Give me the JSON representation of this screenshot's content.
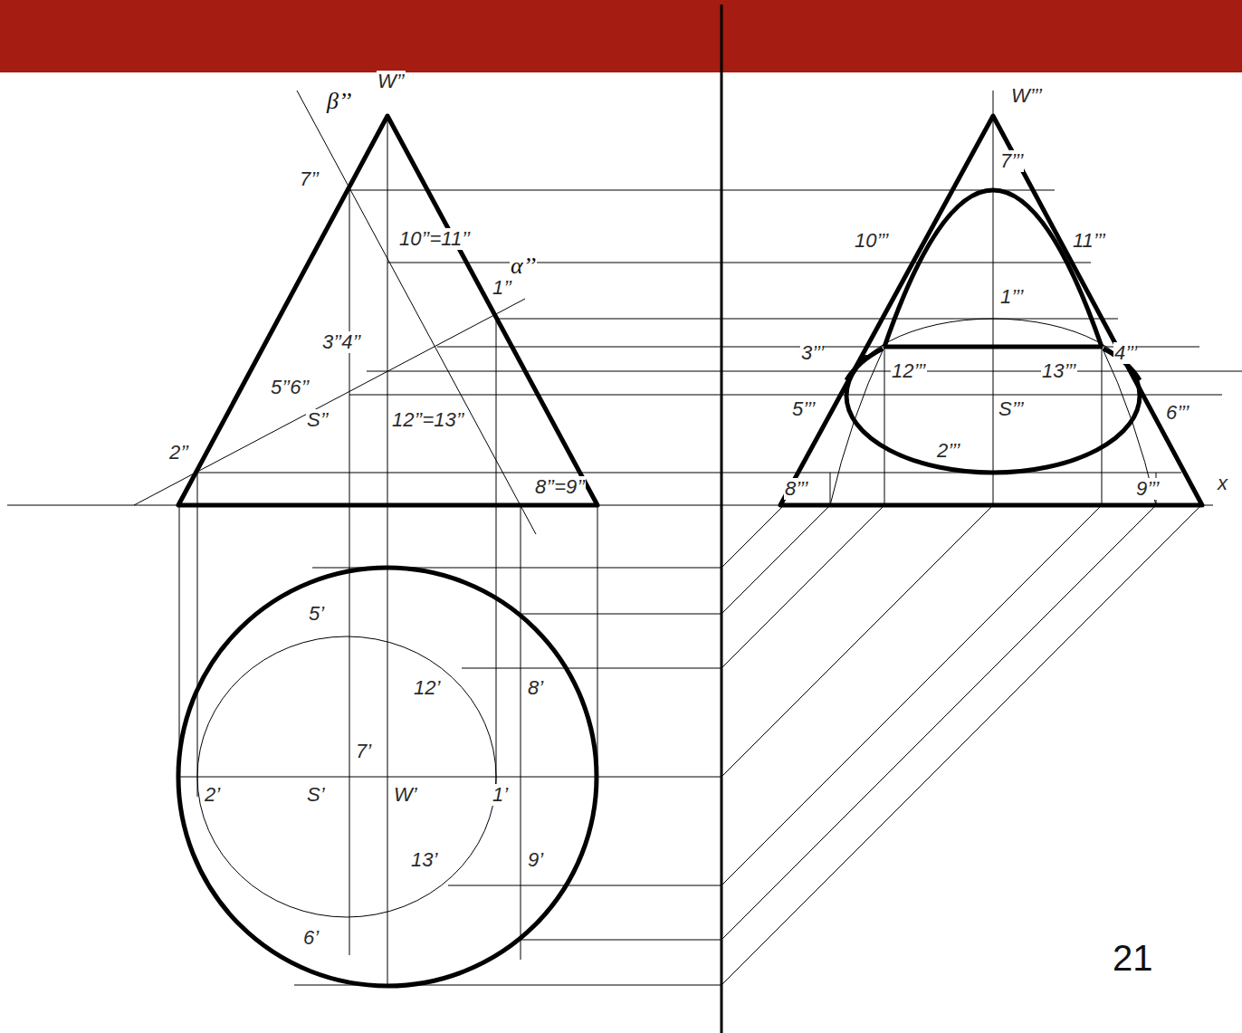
{
  "diagram": {
    "labels": [
      "β’’",
      "W’’",
      "7’’",
      "10’’=11’’",
      "1’’",
      "α’’",
      "3’’4’’",
      "5’’6’’",
      "S’’",
      "12’’=13’’",
      "2’’",
      "8’’=9’’",
      "W’’’",
      "7’’’",
      "10’’’",
      "11’’’",
      "1’’’",
      "3’’’",
      "12’’’",
      "13’’’",
      "4’’’",
      "5’’’",
      "S’’’",
      "6’’’",
      "2’’’",
      "8’’’",
      "9’’’",
      "x",
      "5’",
      "12’",
      "8’",
      "7’",
      "2’",
      "S’",
      "W’",
      "1’",
      "13’",
      "9’",
      "6’",
      "21"
    ]
  }
}
